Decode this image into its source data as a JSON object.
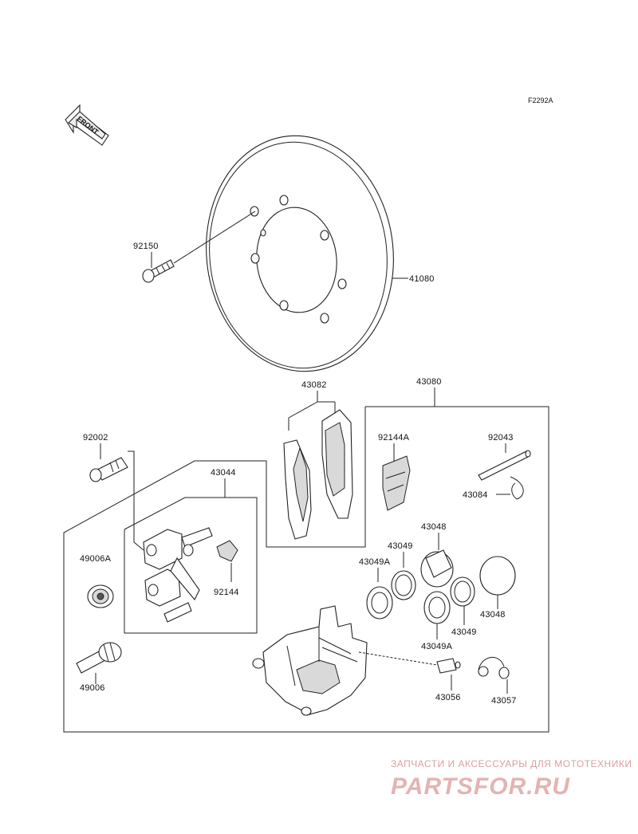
{
  "diagram_code": "F2292A",
  "front_arrow_text": "FRONT",
  "parts": {
    "p92150": "92150",
    "p41080": "41080",
    "p43082": "43082",
    "p43080": "43080",
    "p92002": "92002",
    "p43044": "43044",
    "p92144A": "92144A",
    "p92043": "92043",
    "p43084": "43084",
    "p49006A": "49006A",
    "p92144": "92144",
    "p43048a": "43048",
    "p43049a": "43049",
    "p43049Aa": "43049A",
    "p43048b": "43048",
    "p43049b": "43049",
    "p43049Ab": "43049A",
    "p49006": "49006",
    "p43056": "43056",
    "p43057": "43057"
  },
  "watermark": {
    "tagline": "ЗАПЧАСТИ И АКСЕССУАРЫ ДЛЯ МОТОТЕХНИКИ",
    "brand": "PARTSFOR.RU"
  },
  "colors": {
    "line": "#222222",
    "watermark": "#e4b3b3"
  }
}
